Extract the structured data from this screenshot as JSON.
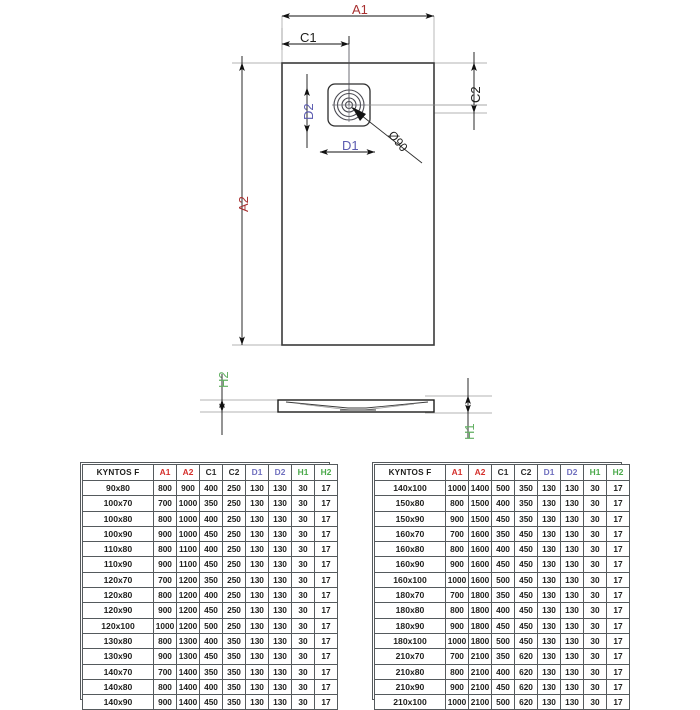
{
  "drawing": {
    "labels": {
      "a1": "A1",
      "a2": "A2",
      "c1": "C1",
      "c2": "C2",
      "d1": "D1",
      "d2": "D2",
      "h1": "H1",
      "h2": "H2",
      "drain_diameter": "Ø90"
    },
    "colors": {
      "a_dim": "#a83030",
      "c_dim": "#1d1d1b",
      "d_dim": "#5b5bb0",
      "h_dim": "#62b062",
      "outline": "#3a3a3a"
    }
  },
  "tables": {
    "columns": [
      "KYNTOS F",
      "A1",
      "A2",
      "C1",
      "C2",
      "D1",
      "D2",
      "H1",
      "H2"
    ],
    "header_colors": [
      "#1d1d1b",
      "#d42e2a",
      "#d42e2a",
      "#2b2b2b",
      "#2b2b2b",
      "#6f6fbe",
      "#6f6fbe",
      "#4aa94a",
      "#4aa94a"
    ],
    "left": {
      "rows": [
        [
          "90x80",
          "800",
          "900",
          "400",
          "250",
          "130",
          "130",
          "30",
          "17"
        ],
        [
          "100x70",
          "700",
          "1000",
          "350",
          "250",
          "130",
          "130",
          "30",
          "17"
        ],
        [
          "100x80",
          "800",
          "1000",
          "400",
          "250",
          "130",
          "130",
          "30",
          "17"
        ],
        [
          "100x90",
          "900",
          "1000",
          "450",
          "250",
          "130",
          "130",
          "30",
          "17"
        ],
        [
          "110x80",
          "800",
          "1100",
          "400",
          "250",
          "130",
          "130",
          "30",
          "17"
        ],
        [
          "110x90",
          "900",
          "1100",
          "450",
          "250",
          "130",
          "130",
          "30",
          "17"
        ],
        [
          "120x70",
          "700",
          "1200",
          "350",
          "250",
          "130",
          "130",
          "30",
          "17"
        ],
        [
          "120x80",
          "800",
          "1200",
          "400",
          "250",
          "130",
          "130",
          "30",
          "17"
        ],
        [
          "120x90",
          "900",
          "1200",
          "450",
          "250",
          "130",
          "130",
          "30",
          "17"
        ],
        [
          "120x100",
          "1000",
          "1200",
          "500",
          "250",
          "130",
          "130",
          "30",
          "17"
        ],
        [
          "130x80",
          "800",
          "1300",
          "400",
          "350",
          "130",
          "130",
          "30",
          "17"
        ],
        [
          "130x90",
          "900",
          "1300",
          "450",
          "350",
          "130",
          "130",
          "30",
          "17"
        ],
        [
          "140x70",
          "700",
          "1400",
          "350",
          "350",
          "130",
          "130",
          "30",
          "17"
        ],
        [
          "140x80",
          "800",
          "1400",
          "400",
          "350",
          "130",
          "130",
          "30",
          "17"
        ],
        [
          "140x90",
          "900",
          "1400",
          "450",
          "350",
          "130",
          "130",
          "30",
          "17"
        ]
      ]
    },
    "right": {
      "rows": [
        [
          "140x100",
          "1000",
          "1400",
          "500",
          "350",
          "130",
          "130",
          "30",
          "17"
        ],
        [
          "150x80",
          "800",
          "1500",
          "400",
          "350",
          "130",
          "130",
          "30",
          "17"
        ],
        [
          "150x90",
          "900",
          "1500",
          "450",
          "350",
          "130",
          "130",
          "30",
          "17"
        ],
        [
          "160x70",
          "700",
          "1600",
          "350",
          "450",
          "130",
          "130",
          "30",
          "17"
        ],
        [
          "160x80",
          "800",
          "1600",
          "400",
          "450",
          "130",
          "130",
          "30",
          "17"
        ],
        [
          "160x90",
          "900",
          "1600",
          "450",
          "450",
          "130",
          "130",
          "30",
          "17"
        ],
        [
          "160x100",
          "1000",
          "1600",
          "500",
          "450",
          "130",
          "130",
          "30",
          "17"
        ],
        [
          "180x70",
          "700",
          "1800",
          "350",
          "450",
          "130",
          "130",
          "30",
          "17"
        ],
        [
          "180x80",
          "800",
          "1800",
          "400",
          "450",
          "130",
          "130",
          "30",
          "17"
        ],
        [
          "180x90",
          "900",
          "1800",
          "450",
          "450",
          "130",
          "130",
          "30",
          "17"
        ],
        [
          "180x100",
          "1000",
          "1800",
          "500",
          "450",
          "130",
          "130",
          "30",
          "17"
        ],
        [
          "210x70",
          "700",
          "2100",
          "350",
          "620",
          "130",
          "130",
          "30",
          "17"
        ],
        [
          "210x80",
          "800",
          "2100",
          "400",
          "620",
          "130",
          "130",
          "30",
          "17"
        ],
        [
          "210x90",
          "900",
          "2100",
          "450",
          "620",
          "130",
          "130",
          "30",
          "17"
        ],
        [
          "210x100",
          "1000",
          "2100",
          "500",
          "620",
          "130",
          "130",
          "30",
          "17"
        ]
      ]
    }
  }
}
